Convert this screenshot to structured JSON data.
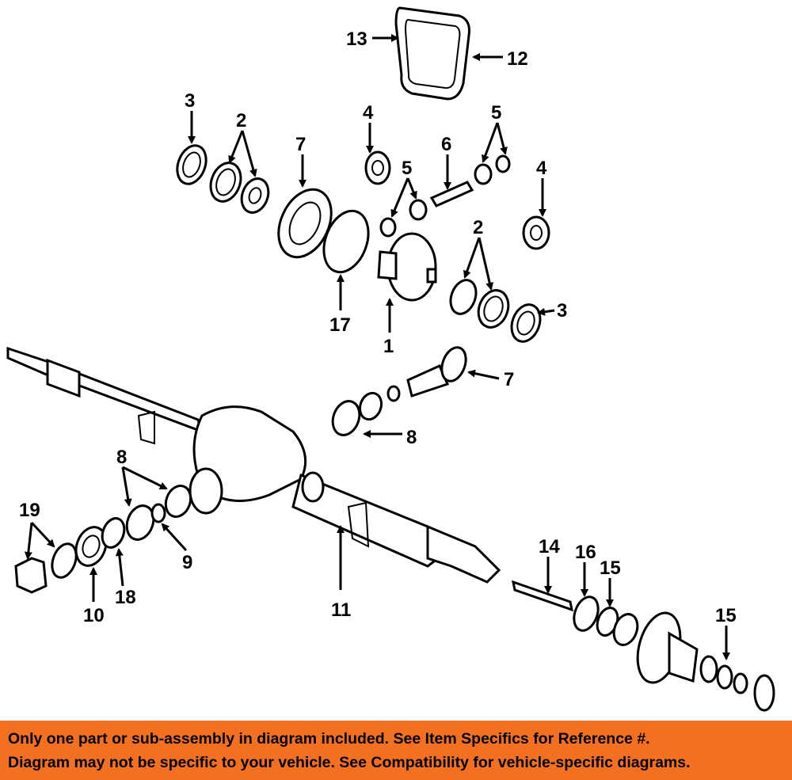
{
  "callouts": {
    "c1": "1",
    "c2a": "2",
    "c2b": "2",
    "c3a": "3",
    "c3b": "3",
    "c4a": "4",
    "c4b": "4",
    "c5a": "5",
    "c5b": "5",
    "c6": "6",
    "c7a": "7",
    "c7b": "7",
    "c8a": "8",
    "c8b": "8",
    "c9": "9",
    "c10": "10",
    "c11": "11",
    "c12": "12",
    "c13": "13",
    "c14": "14",
    "c15a": "15",
    "c15b": "15",
    "c16": "16",
    "c17": "17",
    "c18": "18",
    "c19": "19"
  },
  "footer": {
    "line1": "Only one part or sub-assembly in diagram included. See Item Specifics for Reference #.",
    "line2": "Diagram may not be specific to your vehicle. See Compatibility for vehicle-specific diagrams."
  },
  "colors": {
    "footer_bg": "#f37020",
    "ink": "#000000"
  }
}
